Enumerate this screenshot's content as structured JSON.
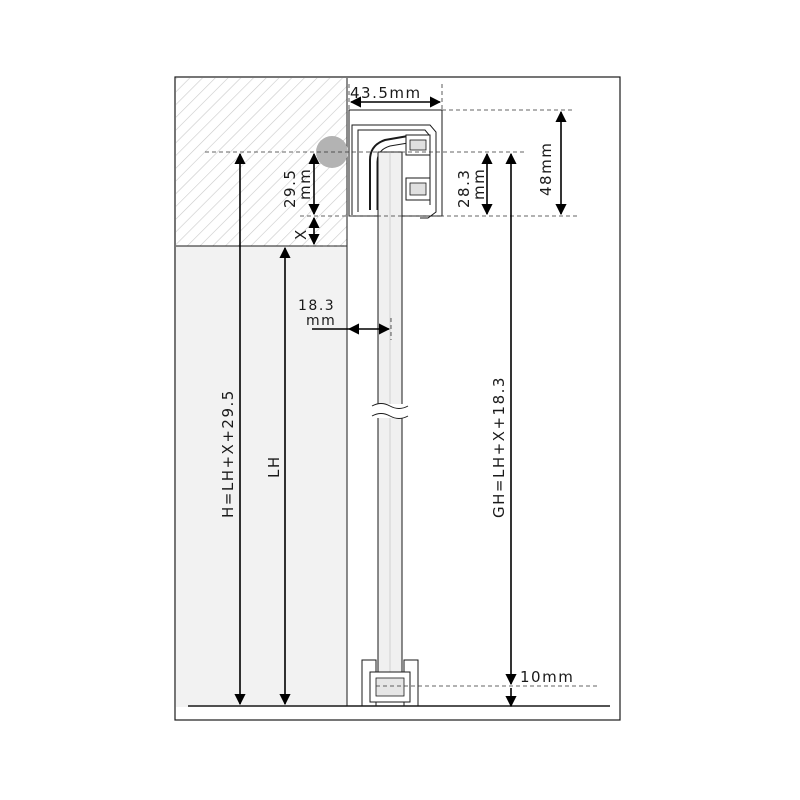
{
  "labels": {
    "width_top": "43.5mm",
    "rail_height": "48mm",
    "offset_left_a": "29.5",
    "offset_left_b": "mm",
    "offset_right_a": "28.3",
    "offset_right_b": "mm",
    "x_gap": "X",
    "door_offset_a": "18.3",
    "door_offset_b": "mm",
    "total_height": "H=LH+X+29.5",
    "opening_height": "LH",
    "glass_height": "GH=LH+X+18.3",
    "floor_gap": "10mm"
  },
  "colors": {
    "wall_fill": "#e6e6e6",
    "hatch": "#c9c9c9",
    "outline": "#1a1a1a",
    "glass_fill": "#f0f0f0",
    "marker": "#b3b3b3"
  }
}
